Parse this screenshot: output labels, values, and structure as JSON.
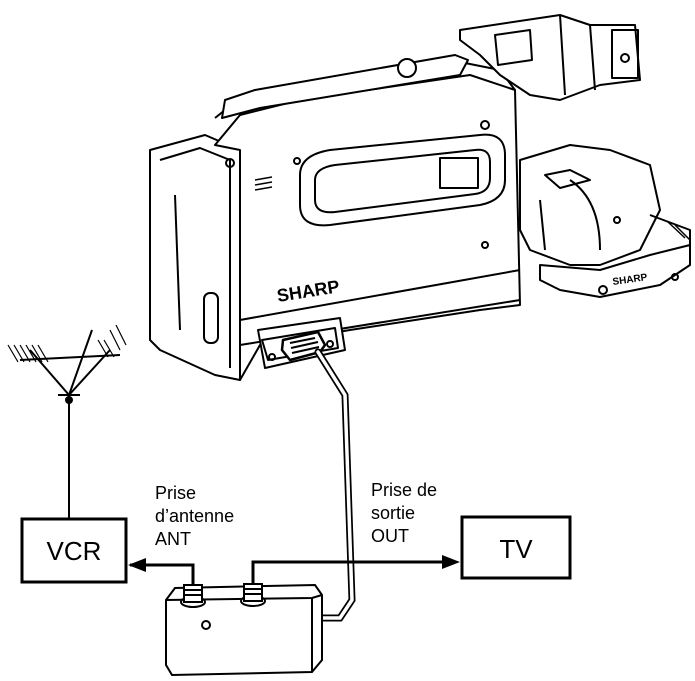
{
  "brand": {
    "main": "SHARP",
    "strap": "SHARP"
  },
  "boxes": {
    "vcr": "VCR",
    "tv": "TV"
  },
  "antenna_jack": {
    "line1": "Prise",
    "line2": "d’antenne",
    "line3": "ANT"
  },
  "output_jack": {
    "line1": "Prise de",
    "line2": "sortie",
    "line3": "OUT"
  },
  "colors": {
    "ink": "#000000",
    "paper": "#ffffff",
    "shade": "#d9d9d9"
  }
}
